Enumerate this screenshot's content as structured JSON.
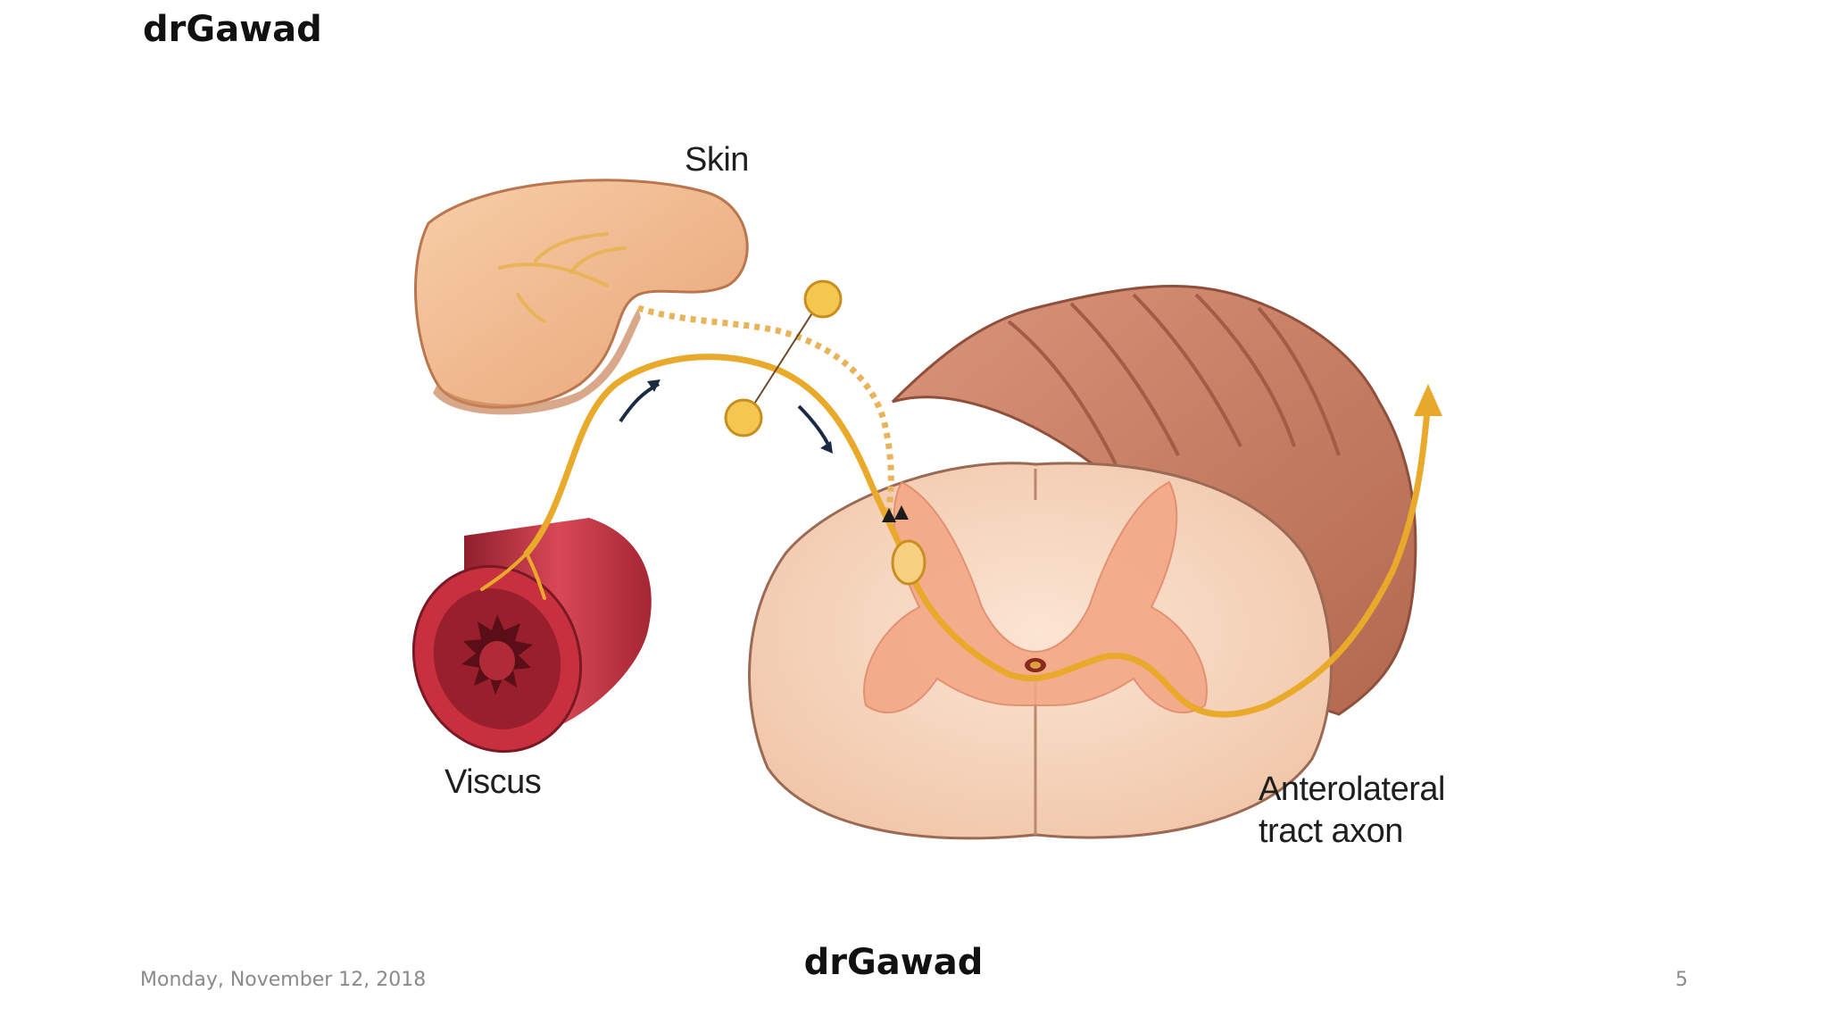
{
  "slide": {
    "header_title": "drGawad",
    "footer_date": "Monday, November 12, 2018",
    "footer_center": "drGawad",
    "page_number": "5"
  },
  "diagram": {
    "labels": {
      "skin": "Skin",
      "viscus": "Viscus",
      "tract_line1": "Anterolateral",
      "tract_line2": "tract axon"
    },
    "colors": {
      "skin": "#f2b98e",
      "viscus": "#b8283a",
      "spinal_white_matter": "#f7dac4",
      "spinal_gray_matter": "#f0a080",
      "spinal_outer": "#c97e64",
      "nerve": "#e9a92a",
      "arrow": "#1c2b44"
    },
    "icons": {
      "direction_arrow": "curved-arrow-icon",
      "tract_arrow": "arrow-up-icon"
    }
  }
}
